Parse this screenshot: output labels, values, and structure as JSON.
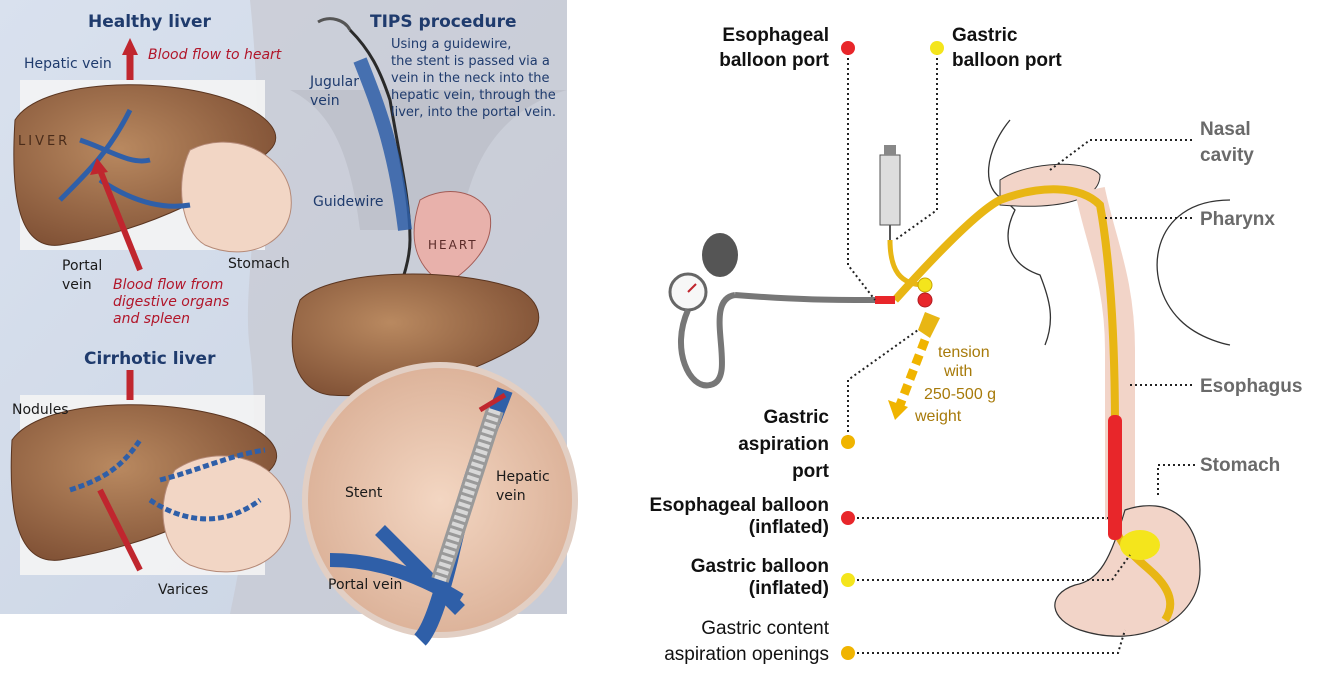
{
  "left_panel": {
    "healthy": {
      "title": "Healthy liver",
      "hepatic_vein": "Hepatic vein",
      "blood_flow_heart": "Blood flow to heart",
      "liver_word": "LIVER",
      "portal_vein": [
        "Portal",
        "vein"
      ],
      "stomach": "Stomach",
      "blood_flow_from": [
        "Blood flow from",
        "digestive organs",
        "and spleen"
      ]
    },
    "cirrhotic": {
      "title": "Cirrhotic liver",
      "nodules": "Nodules",
      "varices": "Varices"
    },
    "tips": {
      "title": "TIPS procedure",
      "description": [
        "Using a guidewire,",
        "the stent is passed via a",
        "vein in the neck into the",
        "hepatic vein, through the",
        "liver, into the portal vein."
      ],
      "jugular_vein": [
        "Jugular",
        "vein"
      ],
      "guidewire": "Guidewire",
      "heart": "HEART",
      "stent": "Stent",
      "hepatic_vein": [
        "Hepatic",
        "vein"
      ],
      "portal_vein": "Portal vein"
    }
  },
  "right_panel": {
    "esophageal_balloon_port": [
      "Esophageal",
      "balloon port"
    ],
    "gastric_balloon_port": [
      "Gastric",
      "balloon port"
    ],
    "gastric_aspiration_port": [
      "Gastric",
      "aspiration",
      "port"
    ],
    "esophageal_balloon_inflated": [
      "Esophageal balloon",
      "(inflated)"
    ],
    "gastric_balloon_inflated": [
      "Gastric balloon",
      "(inflated)"
    ],
    "gastric_content_openings": [
      "Gastric content",
      "aspiration openings"
    ],
    "tension": [
      "tension",
      "with",
      "250-500 g",
      "weight"
    ],
    "nasal_cavity": [
      "Nasal",
      "cavity"
    ],
    "pharynx": "Pharynx",
    "esophagus": "Esophagus",
    "stomach": "Stomach"
  },
  "colors": {
    "red_port": "#e8262a",
    "yellow_port": "#f4e51c",
    "orange_port": "#f0b400",
    "tube": "#e8b614",
    "annotation_gray": "#6a6a6a",
    "vein_blue": "#2f5fa8",
    "artery_red": "#c0262e"
  }
}
